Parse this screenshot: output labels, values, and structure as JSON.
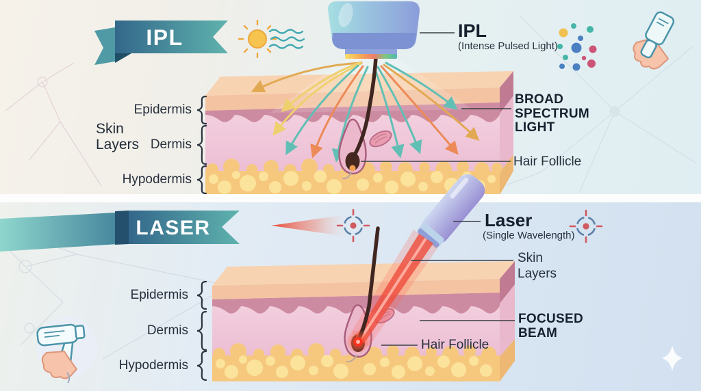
{
  "panels": {
    "ipl": {
      "ribbon_label": "IPL",
      "device_callout": {
        "title": "IPL",
        "subtitle": "(Intense Pulsed Light)"
      },
      "skin_layers_label": {
        "line1": "Skin",
        "line2": "Layers"
      },
      "layer_labels": {
        "epidermis": "Epidermis",
        "dermis": "Dermis",
        "hypodermis": "Hypodermis"
      },
      "light_callout": {
        "line1": "BROAD",
        "line2": "SPECTRUM",
        "line3": "LIGHT"
      },
      "follicle_callout": "Hair Follicle"
    },
    "laser": {
      "ribbon_label": "LASER",
      "device_callout": {
        "title": "Laser",
        "subtitle": "(Single Wavelength)"
      },
      "skin_layers_callout": {
        "line1": "Skin",
        "line2": "Layers"
      },
      "layer_labels": {
        "epidermis": "Epidermis",
        "dermis": "Dermis",
        "hypodermis": "Hypodermis"
      },
      "beam_callout": {
        "line1": "FOCUSED",
        "line2": "BEAM"
      },
      "follicle_callout": "Hair Follicle"
    }
  },
  "icons": {
    "sun": "sun-with-light-waves-icon",
    "dots_cluster": "broad-spectrum-dots-icon",
    "hand_ipl_device": "hand-holding-ipl-device-icon",
    "target_crosshair": "target-crosshair-icon",
    "hand_laser_device": "hand-holding-laser-device-icon",
    "sparkle": "sparkle-icon"
  },
  "colors": {
    "ribbon_dark": "#33678a",
    "ribbon_light": "#5fb3ae",
    "label_text": "#16202e",
    "beam_red": "#e84535",
    "arrow_gold": "#e2a953",
    "arrow_yellow": "#eed06e",
    "arrow_orange": "#ec8a58",
    "arrow_teal": "#62bfb5",
    "skin_top_face": "#f8d3b2",
    "epidermis_band": "#cd8ba1",
    "dermis": "#f2cedd",
    "hypodermis": "#f6c87e",
    "hair": "#3f2620"
  }
}
